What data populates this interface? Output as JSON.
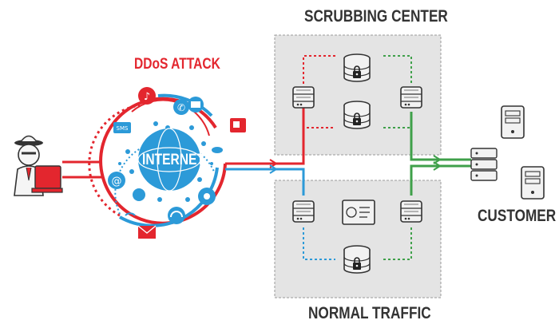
{
  "labels": {
    "scrubbing_center": "SCRUBBING CENTER",
    "ddos_attack": "DDoS ATTACK",
    "normal_traffic": "NORMAL TRAFFIC",
    "customer": "CUSTOMER",
    "internet": "INTERNET",
    "sms": "SMS"
  },
  "colors": {
    "attack": "#e3262e",
    "normal": "#2c9ad8",
    "clean": "#3fa04a",
    "box_fill": "#e4e4e4",
    "box_border": "#9a9a9a",
    "ink": "#333333"
  },
  "icons": {
    "attacker": "hacker-at-laptop-icon",
    "scrubbing_servers": [
      "router-icon",
      "database-lock-icon",
      "database-lock-icon",
      "router-icon"
    ],
    "normal_servers": [
      "router-icon",
      "dashboard-monitor-icon",
      "router-icon",
      "database-lock-icon"
    ],
    "customer": [
      "server-stack-icon",
      "server-tower-icon",
      "server-tower-icon"
    ],
    "internet_ring": [
      "music-icon",
      "phone-icon",
      "chat-icon",
      "sms-icon",
      "email-at-icon",
      "like-icon",
      "headphones-icon",
      "podcast-icon",
      "mail-envelope-icon",
      "wifi-icon",
      "camera-icon",
      "cloud-icon"
    ]
  }
}
